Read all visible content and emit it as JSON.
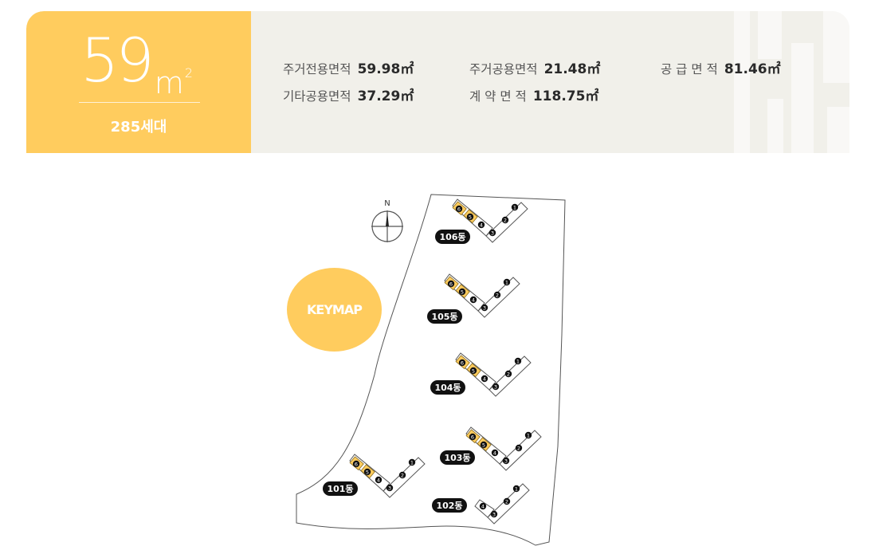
{
  "header": {
    "area_number": "59",
    "area_unit": "m",
    "area_superscript": "2",
    "households": "285세대",
    "specs": [
      {
        "label": "주거전용면적",
        "value": "59.98㎡"
      },
      {
        "label": "주거공용면적",
        "value": "21.48㎡"
      },
      {
        "label": "공 급 면 적",
        "value": "81.46㎡"
      },
      {
        "label": "기타공용면적",
        "value": "37.29㎡"
      },
      {
        "label": "계 약 면 적",
        "value": "118.75㎡"
      }
    ]
  },
  "keymap": {
    "label": "KEYMAP",
    "north": "N",
    "buildings": [
      {
        "name": "106동",
        "units": [
          "1",
          "2",
          "3",
          "4",
          "5",
          "6"
        ],
        "highlighted": [
          "5",
          "6"
        ]
      },
      {
        "name": "105동",
        "units": [
          "1",
          "2",
          "3",
          "4",
          "5",
          "6"
        ],
        "highlighted": [
          "5",
          "6"
        ]
      },
      {
        "name": "104동",
        "units": [
          "1",
          "2",
          "3",
          "4",
          "5",
          "6"
        ],
        "highlighted": [
          "5",
          "6"
        ]
      },
      {
        "name": "103동",
        "units": [
          "1",
          "2",
          "3",
          "4",
          "5",
          "6"
        ],
        "highlighted": [
          "5",
          "6"
        ]
      },
      {
        "name": "102동",
        "units": [
          "1",
          "2",
          "3",
          "4"
        ],
        "highlighted": []
      },
      {
        "name": "101동",
        "units": [
          "1",
          "2",
          "3",
          "4",
          "5",
          "6"
        ],
        "highlighted": [
          "5",
          "6"
        ]
      }
    ]
  },
  "colors": {
    "accent": "#ffcc5e",
    "header_bg": "#f1f0ea",
    "label_bg": "#111111"
  }
}
